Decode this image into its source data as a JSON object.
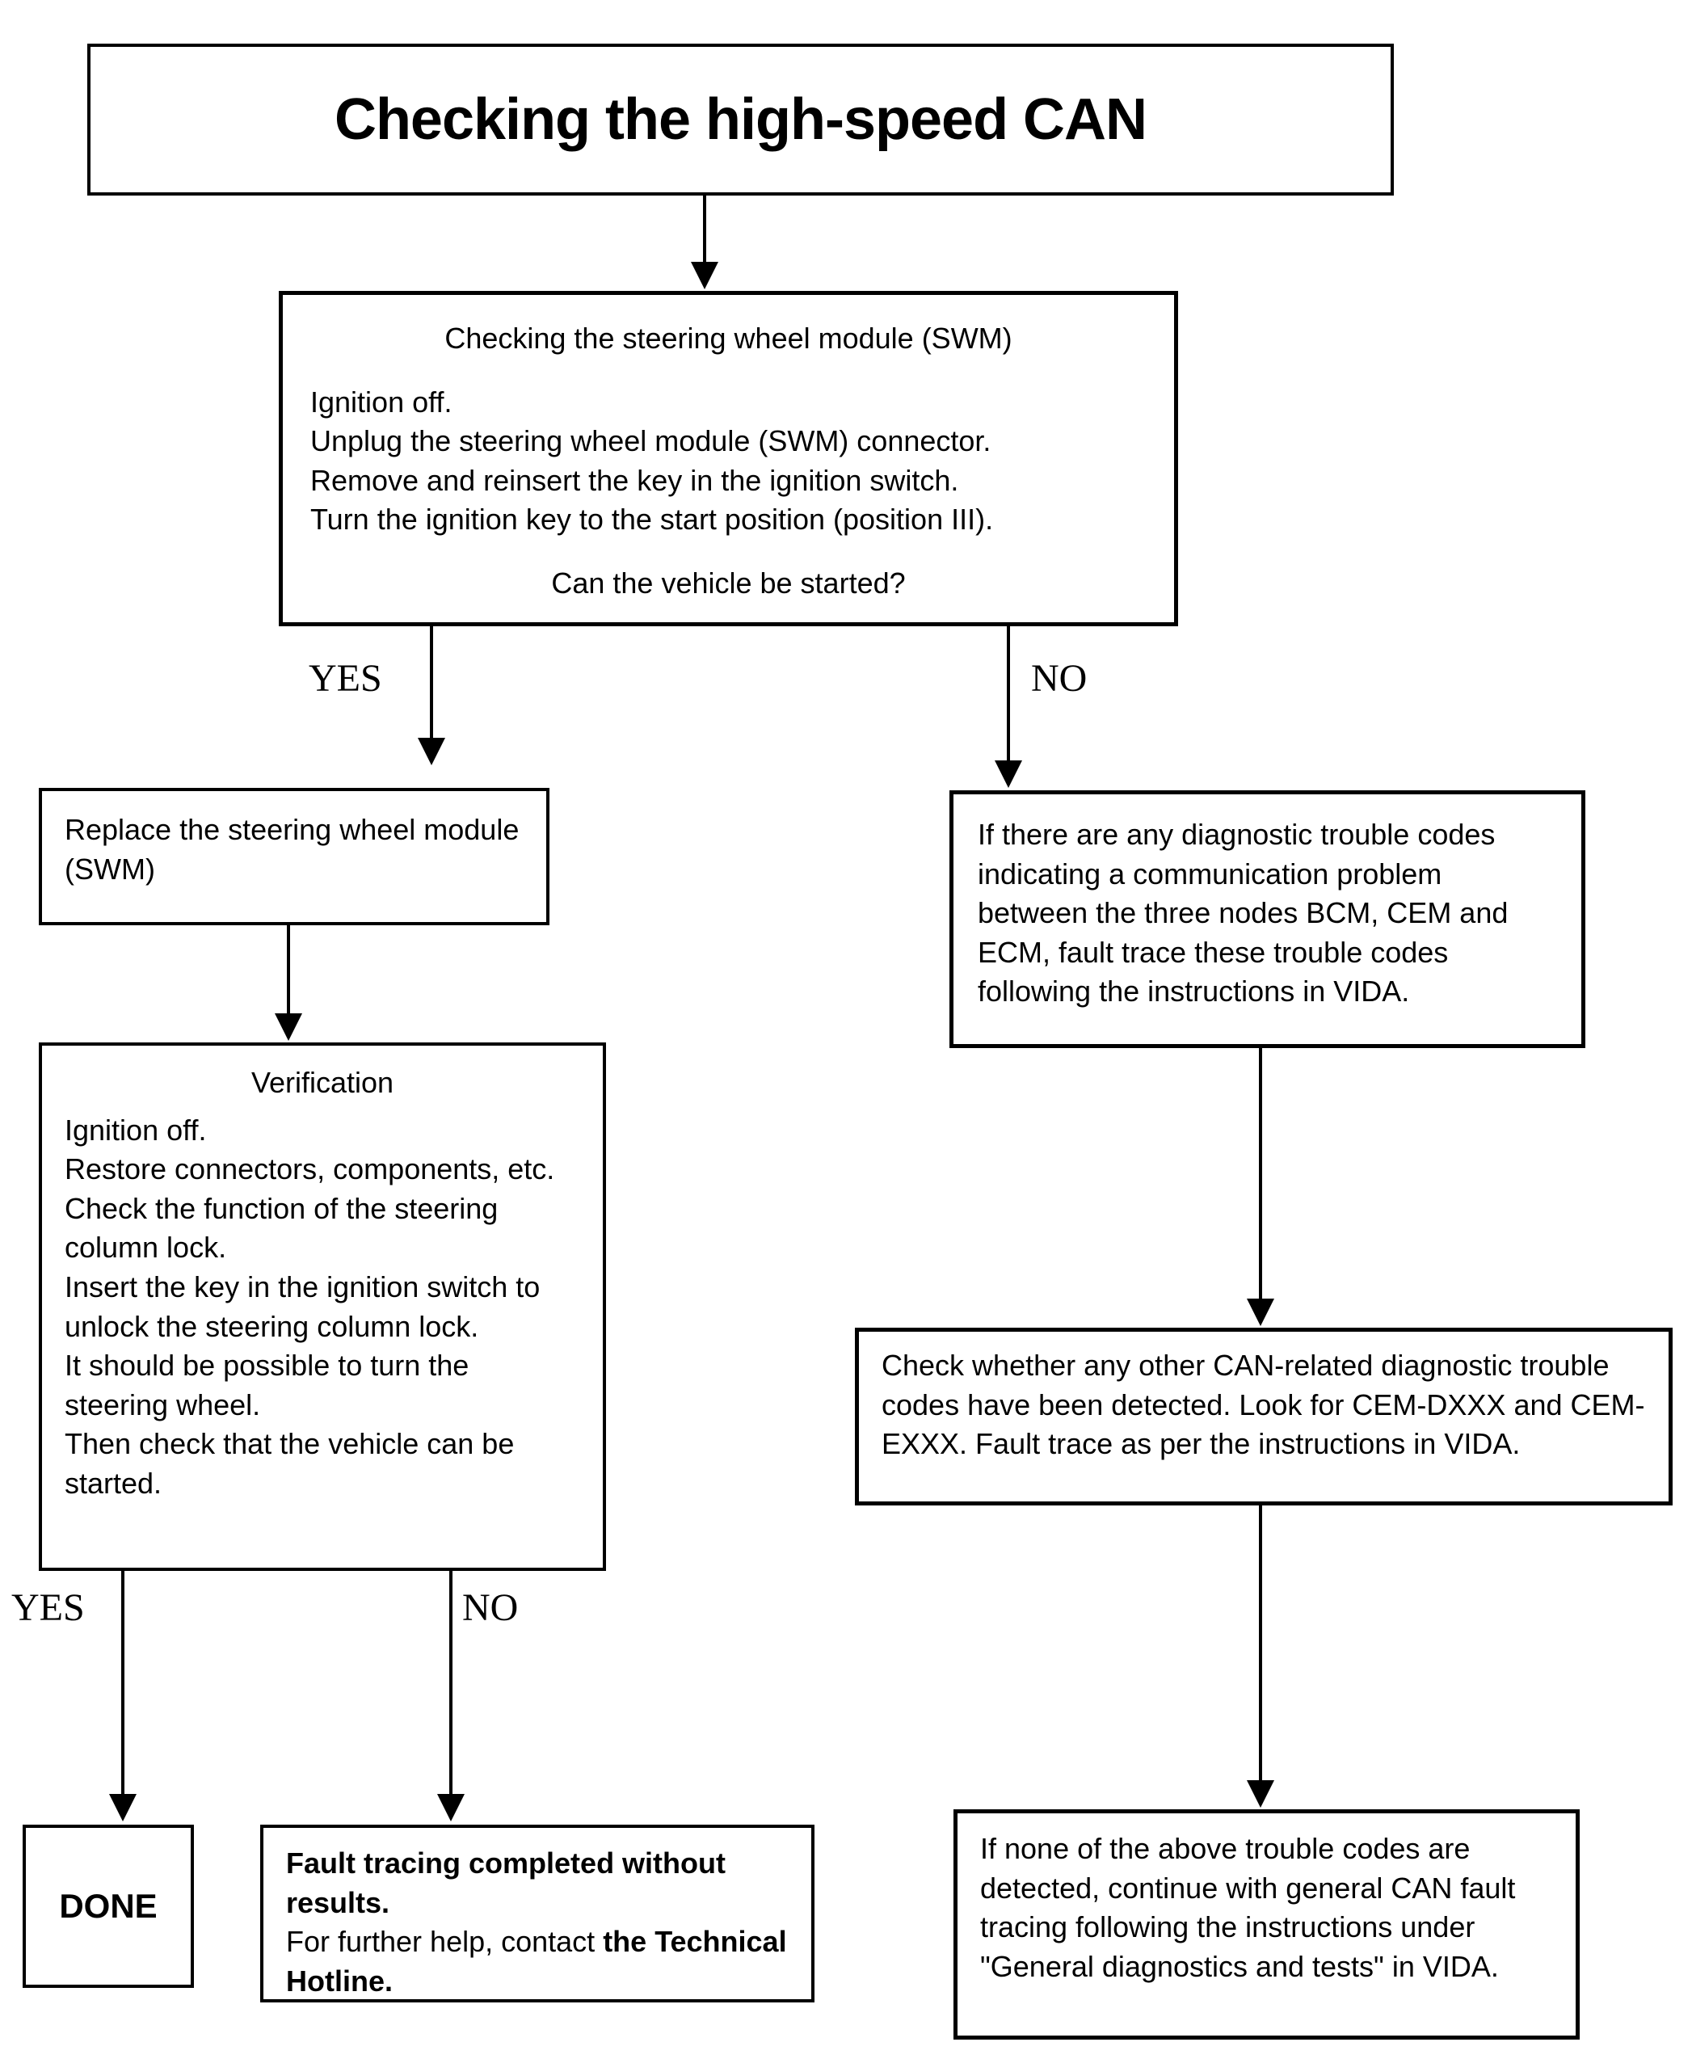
{
  "flowchart": {
    "title": "Checking the high-speed CAN",
    "branch_labels": {
      "yes": "YES",
      "no": "NO"
    },
    "nodes": {
      "swm_check": {
        "heading": "Checking the steering wheel module (SWM)",
        "steps": [
          "Ignition off.",
          "Unplug the steering wheel module (SWM) connector.",
          "Remove and reinsert the key in the ignition switch.",
          "Turn the ignition key to the start position (position III)."
        ],
        "question": "Can the vehicle be started?"
      },
      "replace_swm": {
        "text": "Replace the steering wheel module (SWM)"
      },
      "diagnostic_codes": {
        "text": "If there are any diagnostic trouble codes indicating a communication problem between the three nodes BCM, CEM and ECM, fault trace these trouble codes following the instructions in VIDA."
      },
      "verification": {
        "heading": "Verification",
        "steps": [
          "Ignition off.",
          "Restore connectors, components, etc.",
          "Check the function of the steering column lock.",
          "Insert the key in the ignition switch to unlock the steering column lock.",
          "It should be possible to turn the steering wheel.",
          "Then check that the vehicle can be started."
        ]
      },
      "check_other_codes": {
        "text": "Check whether any other CAN-related diagnostic trouble codes have been detected. Look for CEM-DXXX and CEM-EXXX. Fault trace as per the instructions in VIDA."
      },
      "done": {
        "text": "DONE"
      },
      "fault_tracing": {
        "bold_lead": "Fault tracing completed without results.",
        "normal_text": "For further help, contact ",
        "bold_tail": "the Technical Hotline."
      },
      "general_can_tracing": {
        "text": "If none of the above trouble codes are detected, continue with general CAN fault tracing following the instructions under \"General diagnostics and tests\" in VIDA."
      }
    }
  }
}
